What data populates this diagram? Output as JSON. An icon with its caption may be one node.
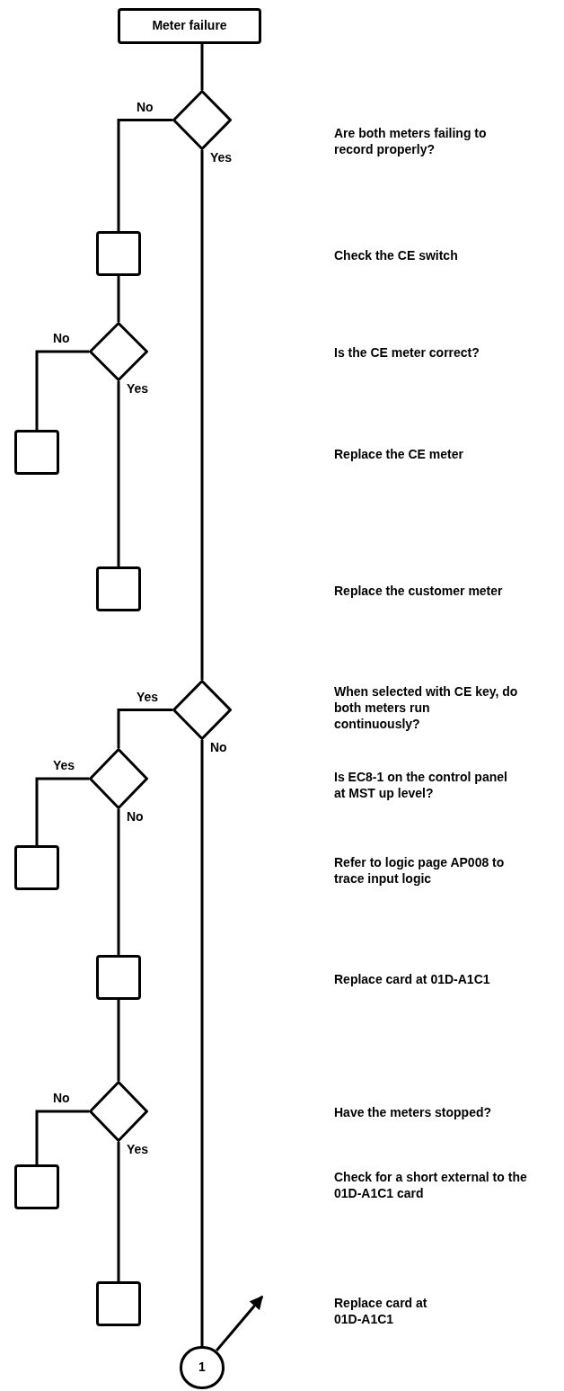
{
  "diagram": {
    "nodes": [
      {
        "text": [
          "Meter failure"
        ]
      },
      {
        "text": [],
        "shape": "diamond"
      },
      {
        "text": [],
        "shape": "box"
      },
      {
        "text": [],
        "shape": "diamond"
      },
      {
        "text": [],
        "shape": "box"
      },
      {
        "text": [],
        "shape": "box"
      },
      {
        "text": [],
        "shape": "diamond"
      },
      {
        "text": [],
        "shape": "diamond"
      },
      {
        "text": [],
        "shape": "box"
      },
      {
        "text": [],
        "shape": "box"
      },
      {
        "text": [],
        "shape": "diamond"
      },
      {
        "text": [],
        "shape": "box"
      },
      {
        "text": [],
        "shape": "box"
      },
      {
        "text": [
          "1"
        ]
      }
    ],
    "edges": [
      {
        "from": 0,
        "to": 1,
        "arrow": "none"
      },
      {
        "from": 1,
        "to": 2,
        "arrow": "none",
        "label": "No"
      },
      {
        "from": 1,
        "to": 6,
        "arrow": "none",
        "label": "Yes"
      },
      {
        "from": 2,
        "to": 3,
        "arrow": "none"
      },
      {
        "from": 3,
        "to": 4,
        "arrow": "none",
        "label": "No"
      },
      {
        "from": 3,
        "to": 5,
        "arrow": "none",
        "label": "Yes"
      },
      {
        "from": 6,
        "to": 7,
        "arrow": "none",
        "label": "Yes"
      },
      {
        "from": 6,
        "to": 13,
        "arrow": "none",
        "label": "No"
      },
      {
        "from": 7,
        "to": 8,
        "arrow": "none",
        "label": "Yes"
      },
      {
        "from": 7,
        "to": 9,
        "arrow": "none",
        "label": "No"
      },
      {
        "from": 9,
        "to": 10,
        "arrow": "none"
      },
      {
        "from": 10,
        "to": 11,
        "arrow": "none",
        "label": "No"
      },
      {
        "from": 10,
        "to": 12,
        "arrow": "none",
        "label": "Yes"
      },
      {
        "from": 13,
        "to": null,
        "arrow": "to"
      }
    ],
    "labels": [
      "Are both meters failing to record properly?",
      "Check the CE switch",
      "Is the CE meter correct?",
      "Replace the CE meter",
      "Replace the customer meter",
      "When selected with CE key, do both meters run continuously?",
      "Is EC8-1 on the control panel at MST up level?",
      "Refer to logic page AP008 to trace input logic",
      "Replace card at 01D-A1C1",
      "Have the meters stopped?",
      "Check for a short external to the 01D-A1C1 card",
      "Replace card at 01D-A1C1"
    ]
  }
}
